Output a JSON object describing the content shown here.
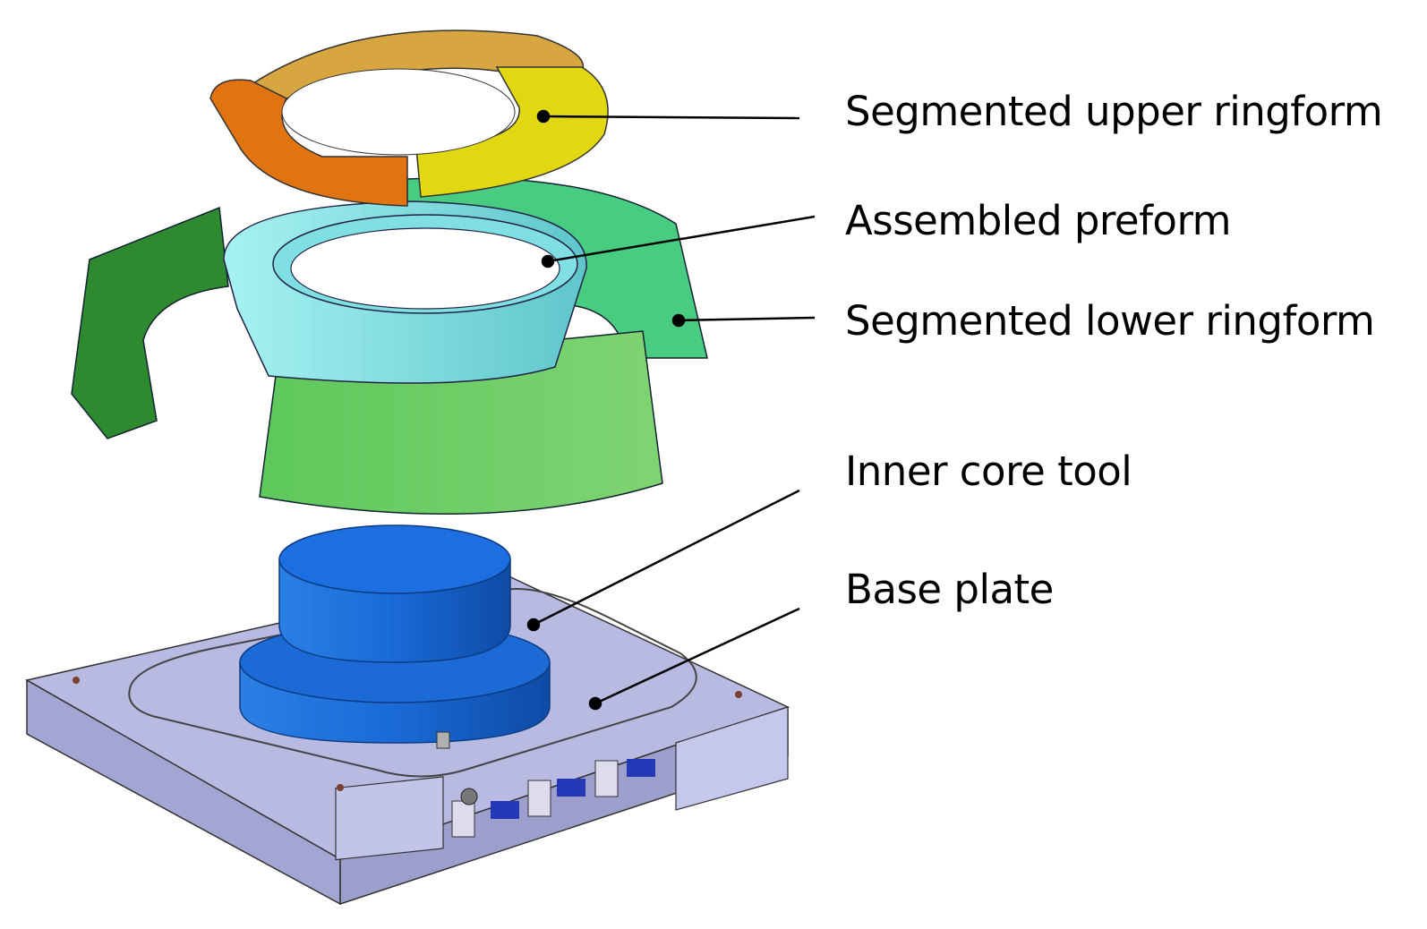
{
  "diagram": {
    "type": "exploded assembly view",
    "components": [
      {
        "id": "upper-ringform",
        "label": "Segmented upper ringform",
        "colors": [
          "#e07a10",
          "#d8a83a",
          "#e6dc10"
        ]
      },
      {
        "id": "preform",
        "label": "Assembled preform",
        "colors": [
          "#8ee8ea",
          "#5cc0c6"
        ]
      },
      {
        "id": "lower-ringform",
        "label": "Segmented lower ringform",
        "colors": [
          "#2e8c2e",
          "#7ad26e",
          "#3cc878"
        ]
      },
      {
        "id": "inner-core",
        "label": "Inner core tool",
        "colors": [
          "#1a6fd8",
          "#0f4fa8"
        ]
      },
      {
        "id": "base-plate",
        "label": "Base plate",
        "colors": [
          "#b6b8e0",
          "#9597c8"
        ]
      }
    ]
  }
}
